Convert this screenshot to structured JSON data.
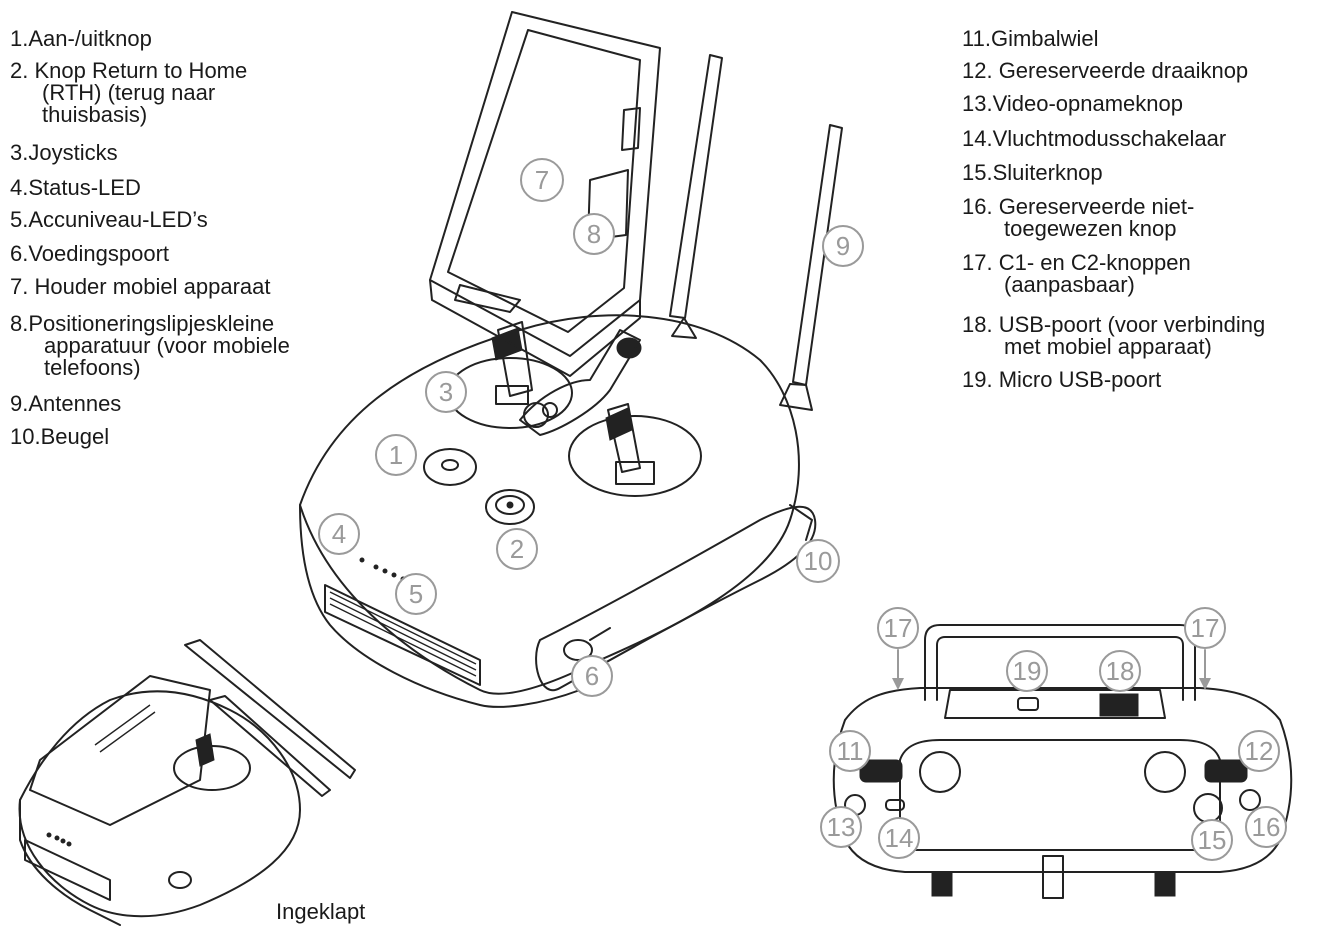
{
  "legend_left": [
    {
      "id": "1",
      "lines": [
        "1.Aan-/uitknop"
      ]
    },
    {
      "id": "2",
      "lines": [
        "2.  Knop Return to Home",
        "(RTH) (terug naar",
        "thuisbasis)"
      ]
    },
    {
      "id": "3",
      "lines": [
        "3.Joysticks"
      ]
    },
    {
      "id": "4",
      "lines": [
        "4.Status-LED"
      ]
    },
    {
      "id": "5",
      "lines": [
        "5.Accuniveau-LED’s"
      ]
    },
    {
      "id": "6",
      "lines": [
        "6.Voedingspoort"
      ]
    },
    {
      "id": "7",
      "lines": [
        "7.  Houder mobiel apparaat"
      ]
    },
    {
      "id": "8",
      "lines": [
        "8.Positioneringslipjeskleine",
        "apparatuur (voor mobiele",
        "telefoons)"
      ]
    },
    {
      "id": "9",
      "lines": [
        "9.Antennes"
      ]
    },
    {
      "id": "10",
      "lines": [
        "10.Beugel"
      ]
    }
  ],
  "legend_right": [
    {
      "id": "11",
      "lines": [
        "11.Gimbalwiel"
      ]
    },
    {
      "id": "12",
      "lines": [
        "12.  Gereserveerde draaiknop"
      ]
    },
    {
      "id": "13",
      "lines": [
        "13.Video-opnameknop"
      ]
    },
    {
      "id": "14",
      "lines": [
        "14.Vluchtmodusschakelaar"
      ]
    },
    {
      "id": "15",
      "lines": [
        "15.Sluiterknop"
      ]
    },
    {
      "id": "16",
      "lines": [
        "16.  Gereserveerde niet-",
        "toegewezen knop"
      ]
    },
    {
      "id": "17",
      "lines": [
        "17.  C1- en C2-knoppen",
        "(aanpasbaar)"
      ]
    },
    {
      "id": "18",
      "lines": [
        "18.  USB-poort (voor verbinding",
        "met mobiel apparaat)"
      ]
    },
    {
      "id": "19",
      "lines": [
        "19.  Micro USB-poort"
      ]
    }
  ],
  "caption": "Ingeklapt",
  "callouts": {
    "c1": "1",
    "c2": "2",
    "c3": "3",
    "c4": "4",
    "c5": "5",
    "c6": "6",
    "c7": "7",
    "c8": "8",
    "c9": "9",
    "c10": "10",
    "c11": "11",
    "c12": "12",
    "c13": "13",
    "c14": "14",
    "c15": "15",
    "c16": "16",
    "c17a": "17",
    "c17b": "17",
    "c18": "18",
    "c19": "19"
  },
  "colors": {
    "callout": "#9a9a9a",
    "line": "#222222",
    "text": "#1a1a1a"
  }
}
